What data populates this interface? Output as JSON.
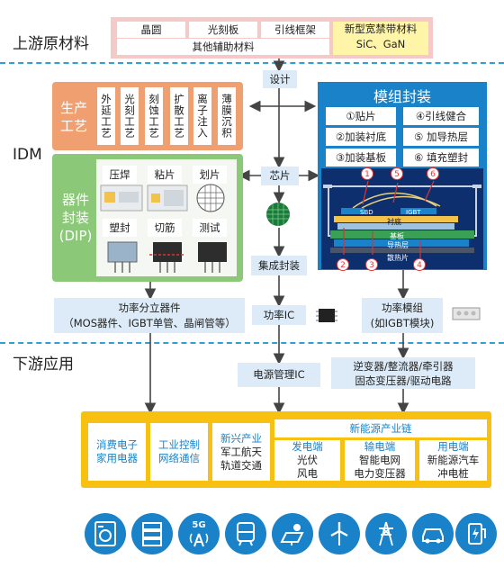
{
  "sections": {
    "upstream": "上游原材料",
    "idm": "IDM",
    "downstream": "下游应用"
  },
  "upstream": {
    "wafer": "晶圆",
    "photomask": "光刻板",
    "leadframe": "引线框架",
    "other": "其他辅助材料",
    "wide_bandgap_1": "新型宽禁带材料",
    "wide_bandgap_2": "SiC、GaN"
  },
  "flow": {
    "design": "设计",
    "chip": "芯片",
    "ic_package": "集成封装",
    "power_ic": "功率IC",
    "pmic": "电源管理IC"
  },
  "process": {
    "title_1": "生产",
    "title_2": "工艺",
    "steps": [
      "外延工艺",
      "光刻工艺",
      "刻蚀工艺",
      "扩散工艺",
      "离子注入",
      "薄膜沉积"
    ]
  },
  "dip": {
    "title_1": "器件",
    "title_2": "封装",
    "title_3": "(DIP)",
    "steps": [
      "压焊",
      "粘片",
      "划片",
      "塑封",
      "切筋",
      "测试"
    ]
  },
  "module": {
    "title": "模组封装",
    "steps": [
      "①贴片",
      "④引线健合",
      "②加装衬底",
      "⑤ 加导热层",
      "③加装基板",
      "⑥ 填充塑封"
    ],
    "labels": {
      "sbd": "SBD",
      "igbt": "IGBT",
      "substrate": "衬底",
      "base": "基板",
      "thermal": "导热层",
      "heatsink": "散热片"
    },
    "markers": [
      "1",
      "5",
      "6",
      "2",
      "3",
      "4"
    ]
  },
  "outputs": {
    "discrete_1": "功率分立器件",
    "discrete_2": "（MOS器件、IGBT单管、晶闸管等）",
    "power_module_1": "功率模组",
    "power_module_2": "(如IGBT模块)",
    "inverter_1": "逆变器/整流器/牵引器",
    "inverter_2": "固态变压器/驱动电路"
  },
  "apps": {
    "consumer_1": "消费电子",
    "consumer_2": "家用电器",
    "industrial_1": "工业控制",
    "industrial_2": "网络通信",
    "emerging_title": "新兴产业",
    "emerging_1": "军工航天",
    "emerging_2": "轨道交通",
    "newenergy_title": "新能源产业链",
    "gen_title": "发电端",
    "gen_1": "光伏",
    "gen_2": "风电",
    "trans_title": "输电端",
    "trans_1": "智能电网",
    "trans_2": "电力变压器",
    "use_title": "用电端",
    "use_1": "新能源汽车",
    "use_2": "冲电桩"
  },
  "bottom_icons": [
    "washing-machine",
    "server",
    "5g",
    "bus",
    "solar",
    "wind",
    "power-tower",
    "electric-car",
    "charging"
  ],
  "icon_5g_text": "5G",
  "colors": {
    "blue": "#1a82c8",
    "orange": "#f0a070",
    "green": "#8bc878",
    "yellow": "#f8c010",
    "pink": "#f4c9c8",
    "light": "#dcebf7"
  }
}
